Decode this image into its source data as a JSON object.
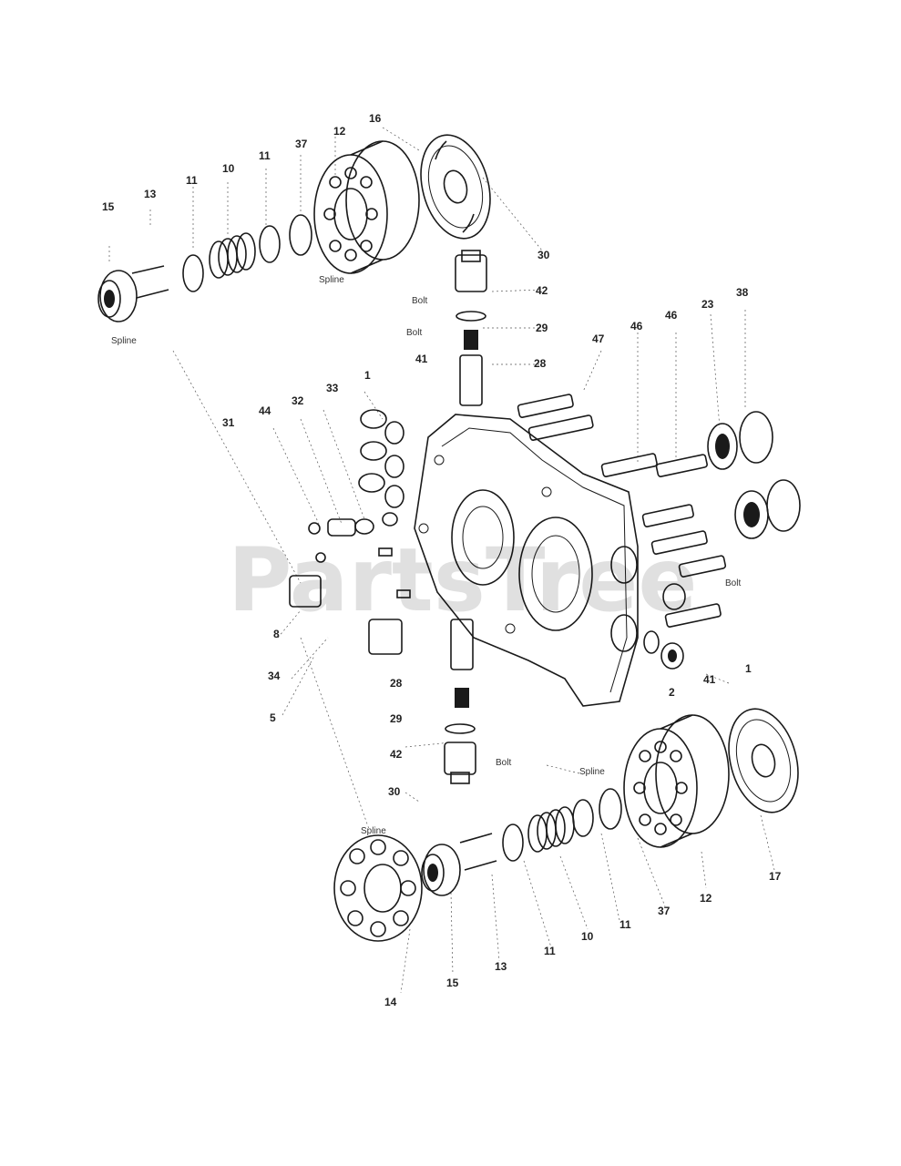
{
  "watermark": "PartsTree",
  "labels": {
    "l16": "16",
    "l12a": "12",
    "l37a": "37",
    "l11a": "11",
    "l10a": "10",
    "l11b": "11",
    "l13a": "13",
    "l15a": "15",
    "l30a": "30",
    "l42a": "42",
    "l29a": "29",
    "l28a": "28",
    "l47": "47",
    "l46a": "46",
    "l46b": "46",
    "l23": "23",
    "l38": "38",
    "l1a": "1",
    "l41a": "41",
    "l33": "33",
    "l32": "32",
    "l44": "44",
    "l31": "31",
    "l8": "8",
    "l34": "34",
    "l5": "5",
    "l28b": "28",
    "l29b": "29",
    "l42b": "42",
    "l30b": "30",
    "l2": "2",
    "l41b": "41",
    "l1b": "1",
    "l17": "17",
    "l12b": "12",
    "l37b": "37",
    "l11c": "11",
    "l10b": "10",
    "l11d": "11",
    "l13b": "13",
    "l15b": "15",
    "l14": "14"
  },
  "words": {
    "spline_a": "Spline",
    "spline_b": "Spline",
    "spline_c": "Spline",
    "spline_d": "Spline",
    "bolt_a": "Bolt",
    "bolt_b": "Bolt",
    "bolt_c": "Bolt",
    "bolt_d": "Bolt"
  }
}
